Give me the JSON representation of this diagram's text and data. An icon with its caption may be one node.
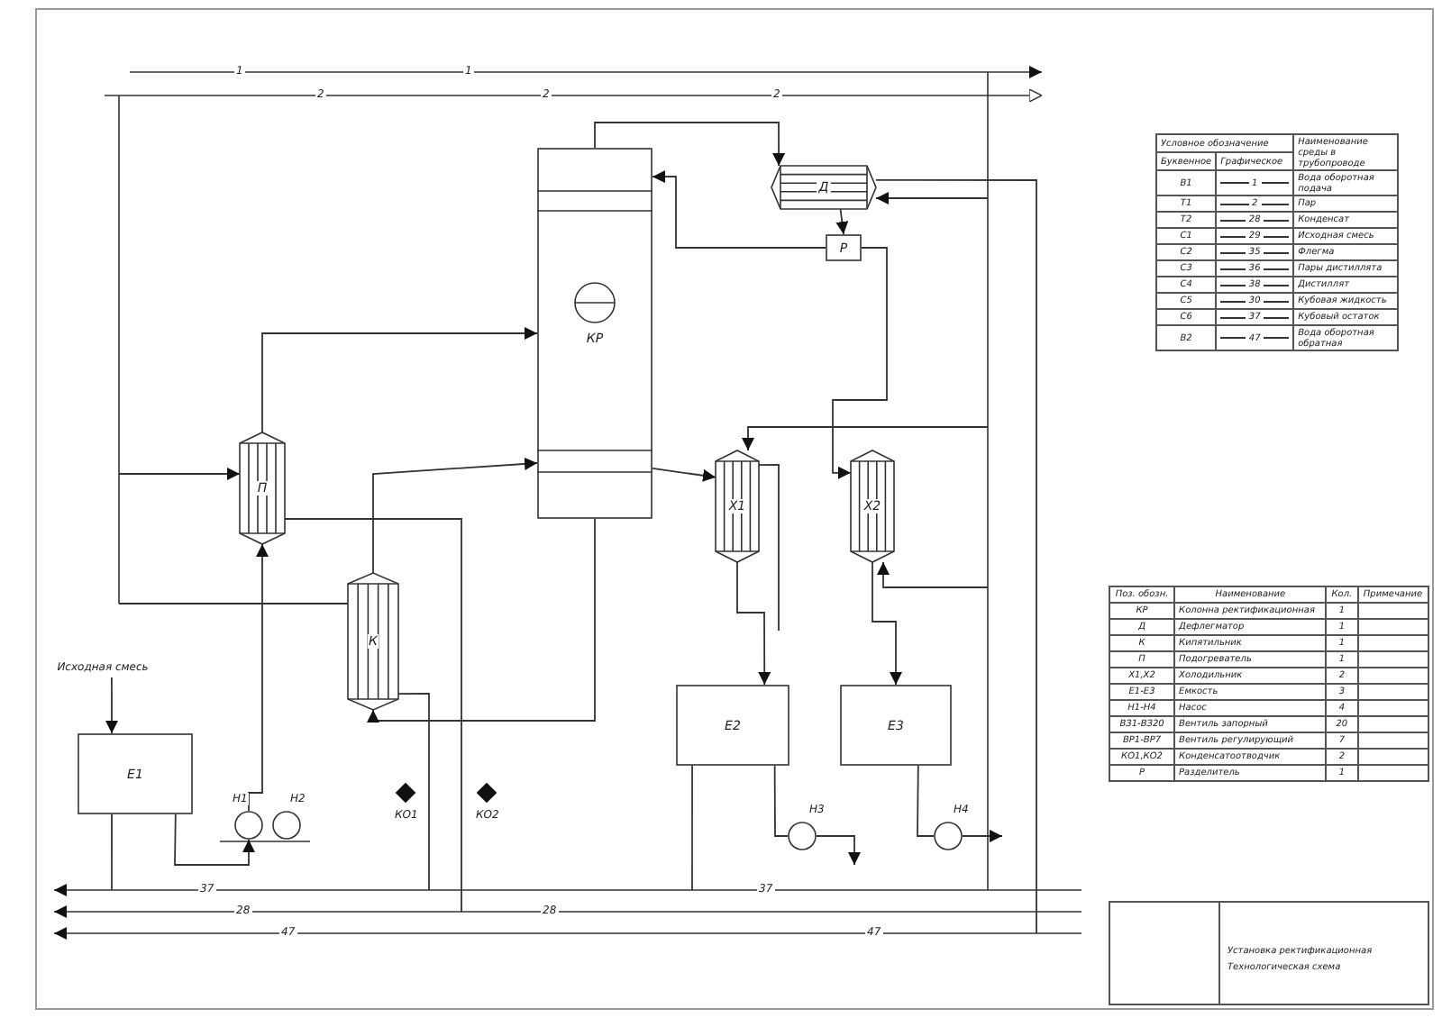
{
  "diagram": {
    "nodes": [
      {
        "text": [
          "КР"
        ]
      },
      {
        "text": [
          "Д"
        ]
      },
      {
        "text": [
          "Р"
        ]
      },
      {
        "text": [
          "П"
        ]
      },
      {
        "text": [
          "К"
        ]
      },
      {
        "text": [
          "Х1"
        ]
      },
      {
        "text": [
          "Х2"
        ]
      },
      {
        "text": [
          "Е1"
        ]
      },
      {
        "text": [
          "Е2"
        ]
      },
      {
        "text": [
          "Е3"
        ]
      },
      {
        "text": [],
        "shape": "circle",
        "beside": [
          "Н1"
        ]
      },
      {
        "text": [],
        "shape": "circle",
        "beside": [
          "Н2"
        ]
      },
      {
        "text": [],
        "shape": "circle",
        "beside": [
          "Н3"
        ]
      },
      {
        "text": [],
        "shape": "circle",
        "beside": [
          "Н4"
        ]
      },
      {
        "text": [
          "Исходная смесь"
        ]
      }
    ],
    "edges": [
      {
        "from": 14,
        "to": 7,
        "arrow": "to"
      },
      {
        "from": 7,
        "to": 10,
        "arrow": "to"
      },
      {
        "from": 10,
        "to": 3,
        "arrow": "to"
      },
      {
        "from": 3,
        "to": 0,
        "arrow": "to"
      },
      {
        "from": 0,
        "to": 1,
        "arrow": "to"
      },
      {
        "from": 1,
        "to": 2,
        "arrow": "to"
      },
      {
        "from": 2,
        "to": 0,
        "arrow": "to"
      },
      {
        "from": 2,
        "to": 6,
        "arrow": "to"
      },
      {
        "from": 6,
        "to": 9,
        "arrow": "to"
      },
      {
        "from": 0,
        "to": 4,
        "arrow": "to"
      },
      {
        "from": 4,
        "to": 0,
        "arrow": "to"
      },
      {
        "from": 0,
        "to": 5,
        "arrow": "to"
      },
      {
        "from": 5,
        "to": 8,
        "arrow": "to"
      },
      {
        "from": 8,
        "to": 12,
        "arrow": "none"
      },
      {
        "from": 12,
        "to": null,
        "arrow": "to"
      },
      {
        "from": 9,
        "to": 13,
        "arrow": "none"
      },
      {
        "from": 13,
        "to": null,
        "arrow": "to"
      },
      {
        "from": null,
        "to": 3,
        "arrow": "to"
      },
      {
        "from": null,
        "to": 4,
        "arrow": "none"
      },
      {
        "from": null,
        "to": 1,
        "arrow": "to"
      },
      {
        "from": 1,
        "to": null,
        "arrow": "none"
      },
      {
        "from": null,
        "to": 5,
        "arrow": "to"
      },
      {
        "from": 5,
        "to": null,
        "arrow": "none"
      },
      {
        "from": null,
        "to": 6,
        "arrow": "to"
      },
      {
        "from": 4,
        "to": null,
        "arrow": "none"
      },
      {
        "from": 3,
        "to": null,
        "arrow": "none"
      },
      {
        "from": 7,
        "to": null,
        "arrow": "none"
      },
      {
        "from": 8,
        "to": null,
        "arrow": "none"
      }
    ],
    "labels": [
      "1",
      "1",
      "2",
      "2",
      "2",
      "37",
      "37",
      "28",
      "28",
      "47",
      "47",
      "Условное обозначение",
      "Буквенное",
      "Графическое",
      "Наименование среды в трубопроводе",
      "В1",
      "1",
      "Вода оборотная подача",
      "Т1",
      "2",
      "Пар",
      "Т2",
      "28",
      "Конденсат",
      "С1",
      "29",
      "Исходная смесь",
      "С2",
      "35",
      "Флегма",
      "С3",
      "36",
      "Пары дистиллята",
      "С4",
      "38",
      "Дистиллят",
      "С5",
      "30",
      "Кубовая жидкость",
      "С6",
      "37",
      "Кубовый остаток",
      "В2",
      "47",
      "Вода оборотная обратная",
      "Поз. обозн.",
      "Наименование",
      "Кол.",
      "Примечание",
      "КР",
      "Колонна ректификационная",
      "1",
      "Д",
      "Дефлегматор",
      "1",
      "К",
      "Кипятильник",
      "1",
      "П",
      "Подогреватель",
      "1",
      "Х1,Х2",
      "Холодильник",
      "2",
      "Е1-Е3",
      "Емкость",
      "3",
      "Н1-Н4",
      "Насос",
      "4",
      "ВЗ1-ВЗ20",
      "Вентиль запорный",
      "20",
      "ВР1-ВР7",
      "Вентиль регулирующий",
      "7",
      "КО1,КО2",
      "Конденсатоотводчик",
      "2",
      "Р",
      "Разделитель",
      "1",
      "Установка ректификационная",
      "Технологическая схема",
      "КО1",
      "КО2"
    ]
  }
}
